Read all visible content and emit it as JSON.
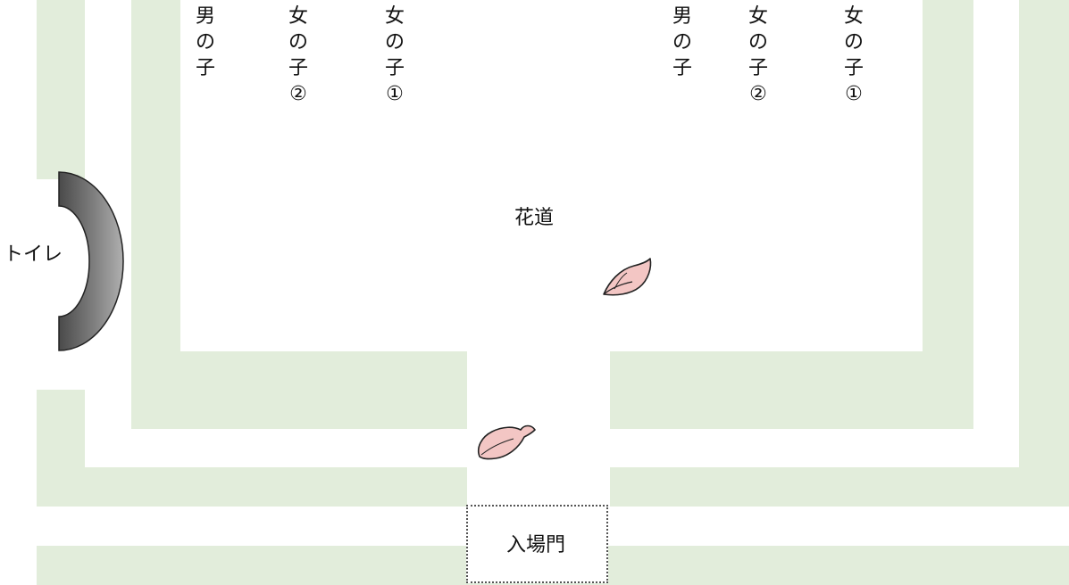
{
  "colors": {
    "path_green": "#e2eddb",
    "toilet_grey": "#7f7f7f",
    "petal_pink": "#f3c6c4"
  },
  "labels": {
    "left_boy": "男\nの\n子",
    "left_girl2": "女\nの\n子\n②",
    "left_girl1": "女\nの\n子\n①",
    "right_boy": "男\nの\n子",
    "right_girl2": "女\nの\n子\n②",
    "right_girl1": "女\nの\n子\n①",
    "hanamichi": "花道",
    "toilet": "トイレ",
    "gate": "入場門"
  },
  "icons": {
    "petal_1": "cherry-petal-icon",
    "petal_2": "cherry-petal-icon",
    "toilet": "toilet-arc-shape"
  }
}
